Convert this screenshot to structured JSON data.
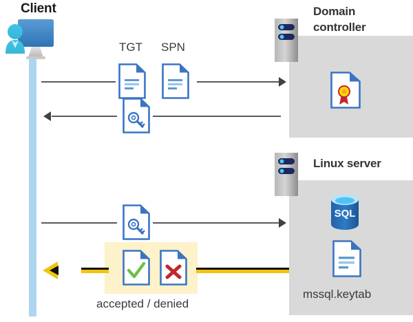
{
  "diagram": {
    "type": "kerberos-authentication-sequence",
    "actors": {
      "client": {
        "label": "Client",
        "icon": "client-computer-user-icon"
      },
      "domain_controller": {
        "label": "Domain\ncontroller",
        "label_line1": "Domain",
        "label_line2": "controller",
        "icon": "server-rack-icon",
        "contents": [
          {
            "name": "certificate-document-icon",
            "label": ""
          }
        ]
      },
      "linux_server": {
        "label": "Linux server",
        "icon": "server-rack-icon",
        "contents": [
          {
            "name": "sql-database-icon",
            "label": "SQL"
          },
          {
            "name": "keytab-document-icon",
            "label": "mssql.keytab"
          }
        ]
      }
    },
    "messages": [
      {
        "id": "request-tgt-spn",
        "direction": "client-to-domain-controller",
        "labels": [
          "TGT",
          "SPN"
        ],
        "icons": [
          "document-text-icon",
          "document-text-icon"
        ],
        "style": "gray-arrow"
      },
      {
        "id": "issue-service-ticket",
        "direction": "domain-controller-to-client",
        "labels": [],
        "icons": [
          "document-key-icon"
        ],
        "style": "gray-arrow"
      },
      {
        "id": "present-ticket-to-linux",
        "direction": "client-to-linux-server",
        "labels": [],
        "icons": [
          "document-key-icon"
        ],
        "style": "gray-arrow"
      },
      {
        "id": "auth-result",
        "direction": "linux-server-to-client",
        "labels": [
          "accepted / denied"
        ],
        "icons": [
          "document-check-icon",
          "document-cross-icon"
        ],
        "style": "yellow-arrow",
        "highlighted": true
      }
    ],
    "labels": {
      "tgt": "TGT",
      "spn": "SPN",
      "accepted_denied": "accepted / denied",
      "keytab": "mssql.keytab",
      "sql": "SQL"
    },
    "colors": {
      "panel_gray": "#d9d9d9",
      "lifeline_blue": "#aed5f0",
      "arrow_gray": "#595959",
      "return_yellow": "#f2c40c",
      "highlight_yellow": "#fdf2c9",
      "doc_blue": "#3a75c4",
      "check_green": "#6dbe45",
      "cross_red": "#c0272d",
      "seal_gold": "#ffd800",
      "sql_blue": "#1f6bb0",
      "heading_dark": "#333333"
    }
  }
}
